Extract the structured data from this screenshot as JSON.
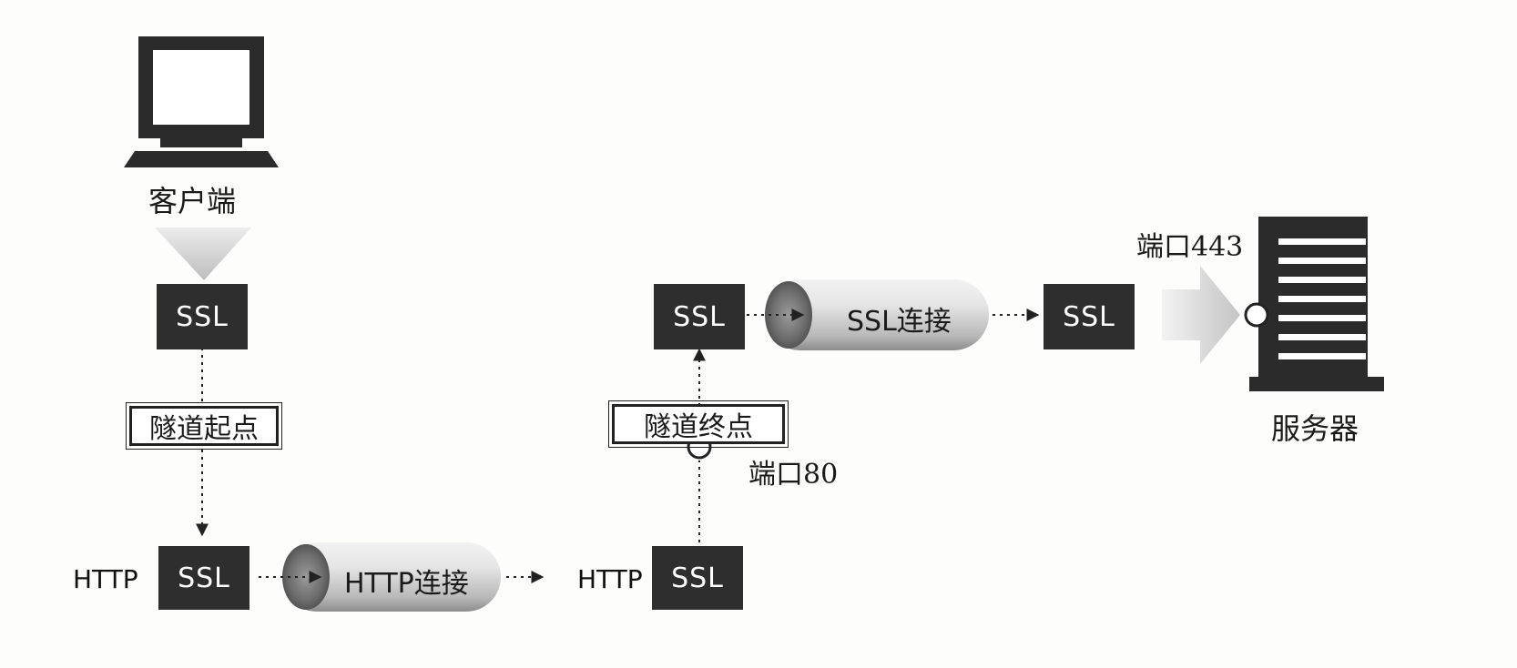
{
  "client": {
    "label": "客户端",
    "icon": "computer-monitor-icon"
  },
  "server": {
    "label": "服务器",
    "icon": "server-rack-icon"
  },
  "boxes": {
    "ssl": "SSL",
    "http": "HTTP"
  },
  "tunnel": {
    "start_label": "隧道起点",
    "end_label": "隧道终点"
  },
  "ports": {
    "port_80": "端口80",
    "port_443": "端口443"
  },
  "connections": {
    "http_connection": "HTTP连接",
    "ssl_connection": "SSL连接"
  },
  "colors": {
    "box": "#2e2e2e",
    "pipe": "#c9c9c9",
    "arrow": "#d0d0d0"
  }
}
